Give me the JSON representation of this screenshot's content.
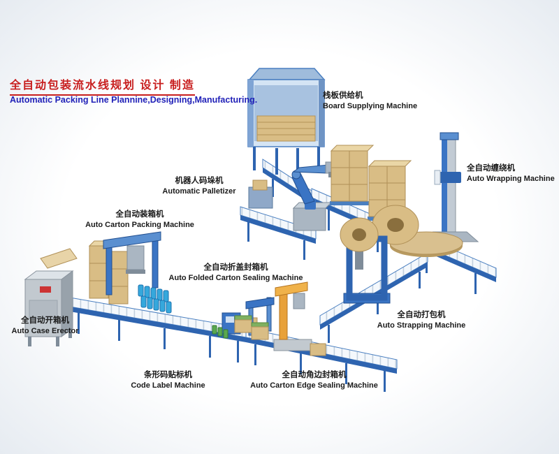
{
  "header": {
    "title_zh": "全自动包装流水线规划 设计 制造",
    "title_en": "Automatic Packing Line Plannine,Designing,Manufacturing."
  },
  "machines": [
    {
      "id": "board-supplying",
      "zh": "栈板供给机",
      "en": "Board Supplying Machine"
    },
    {
      "id": "auto-wrapping",
      "zh": "全自动缠绕机",
      "en": "Auto Wrapping Machine"
    },
    {
      "id": "automatic-palletizer",
      "zh": "机器人码垛机",
      "en": "Automatic Palletizer"
    },
    {
      "id": "auto-carton-packing",
      "zh": "全自动装箱机",
      "en": "Auto Carton Packing Machine"
    },
    {
      "id": "auto-folded-carton-sealing",
      "zh": "全自动折盖封箱机",
      "en": "Auto Folded Carton Sealing Machine"
    },
    {
      "id": "auto-case-erector",
      "zh": "全自动开箱机",
      "en": "Auto Case Erector"
    },
    {
      "id": "auto-strapping",
      "zh": "全自动打包机",
      "en": "Auto Strapping Machine"
    },
    {
      "id": "code-label",
      "zh": "条形码贴标机",
      "en": "Code Label Machine"
    },
    {
      "id": "auto-carton-edge-sealing",
      "zh": "全自动角边封箱机",
      "en": "Auto Carton Edge Sealing Machine"
    }
  ],
  "colors": {
    "title_red": "#c81e1e",
    "subtitle_blue": "#2121b8",
    "label_text": "#1a1a1a",
    "conveyor_blue": "#2e64b0",
    "machine_blue": "#3a74c4",
    "carton_tan": "#d9bd85",
    "steel_grey": "#aab6c2",
    "accent_orange": "#e8a13a",
    "bottle_blue": "#35a8dc"
  }
}
